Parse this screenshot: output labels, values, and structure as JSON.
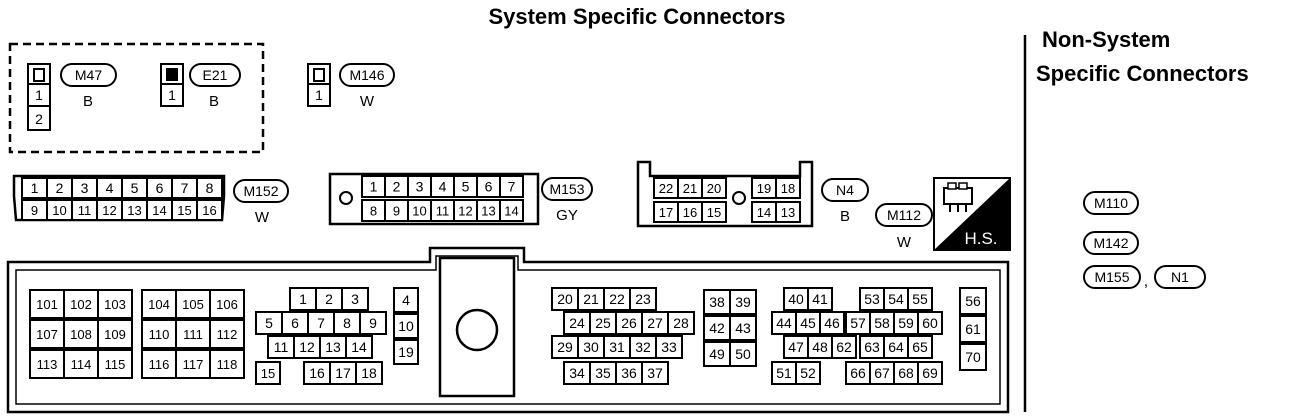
{
  "titles": {
    "system": "System Specific Connectors",
    "non_system_line1": "Non-System",
    "non_system_line2": "Specific Connectors"
  },
  "colors": {
    "ink": "#000000",
    "paper": "#ffffff"
  },
  "small_connectors": [
    {
      "id": "M47",
      "color": "B",
      "pins": [
        "1",
        "2"
      ],
      "latch": "open"
    },
    {
      "id": "E21",
      "color": "B",
      "pins": [
        "1"
      ],
      "latch": "filled"
    },
    {
      "id": "M146",
      "color": "W",
      "pins": [
        "1"
      ],
      "latch": "open"
    }
  ],
  "m152": {
    "id": "M152",
    "color": "W",
    "top": [
      "1",
      "2",
      "3",
      "4",
      "5",
      "6",
      "7",
      "8"
    ],
    "bottom": [
      "9",
      "10",
      "11",
      "12",
      "13",
      "14",
      "15",
      "16"
    ]
  },
  "m153": {
    "id": "M153",
    "color": "GY",
    "top": [
      "1",
      "2",
      "3",
      "4",
      "5",
      "6",
      "7"
    ],
    "bottom": [
      "8",
      "9",
      "10",
      "11",
      "12",
      "13",
      "14"
    ]
  },
  "n4": {
    "id": "N4",
    "color": "B",
    "top_left": [
      "22",
      "21",
      "20"
    ],
    "bottom_left": [
      "17",
      "16",
      "15"
    ],
    "top_right": [
      "19",
      "18"
    ],
    "bottom_right": [
      "14",
      "13"
    ]
  },
  "m112": {
    "id": "M112",
    "color": "W"
  },
  "hs_symbol": {
    "label": "H.S.",
    "icon": "harness-side-connector-icon"
  },
  "non_system_connectors": [
    "M110",
    "M142",
    "M155",
    "N1"
  ],
  "separator": ",",
  "ecm": {
    "g1": [
      [
        "101",
        "102",
        "103"
      ],
      [
        "107",
        "108",
        "109"
      ],
      [
        "113",
        "114",
        "115"
      ]
    ],
    "g2": [
      [
        "104",
        "105",
        "106"
      ],
      [
        "110",
        "111",
        "112"
      ],
      [
        "116",
        "117",
        "118"
      ]
    ],
    "g3": [
      [
        "1",
        "2",
        "3"
      ],
      [
        "5",
        "6",
        "7",
        "8",
        "9"
      ],
      [
        "11",
        "12",
        "13",
        "14"
      ],
      [
        "15",
        "16",
        "17",
        "18"
      ]
    ],
    "g4": [
      "4",
      "10",
      "19"
    ],
    "g5": [
      [
        "20",
        "21",
        "22",
        "23"
      ],
      [
        "24",
        "25",
        "26",
        "27",
        "28"
      ],
      [
        "29",
        "30",
        "31",
        "32",
        "33"
      ],
      [
        "34",
        "35",
        "36",
        "37"
      ]
    ],
    "g6": [
      [
        "38",
        "39"
      ],
      [
        "42",
        "43"
      ],
      [
        "49",
        "50"
      ]
    ],
    "g7": [
      [
        "40",
        "41"
      ],
      [
        "44",
        "45",
        "46"
      ],
      [
        "47",
        "48",
        "62"
      ],
      [
        "51",
        "52"
      ]
    ],
    "g8": [
      [
        "53",
        "54",
        "55"
      ],
      [
        "57",
        "58",
        "59",
        "60"
      ],
      [
        "63",
        "64",
        "65"
      ],
      [
        "66",
        "67",
        "68",
        "69"
      ]
    ],
    "g9": [
      "56",
      "61",
      "70"
    ]
  }
}
